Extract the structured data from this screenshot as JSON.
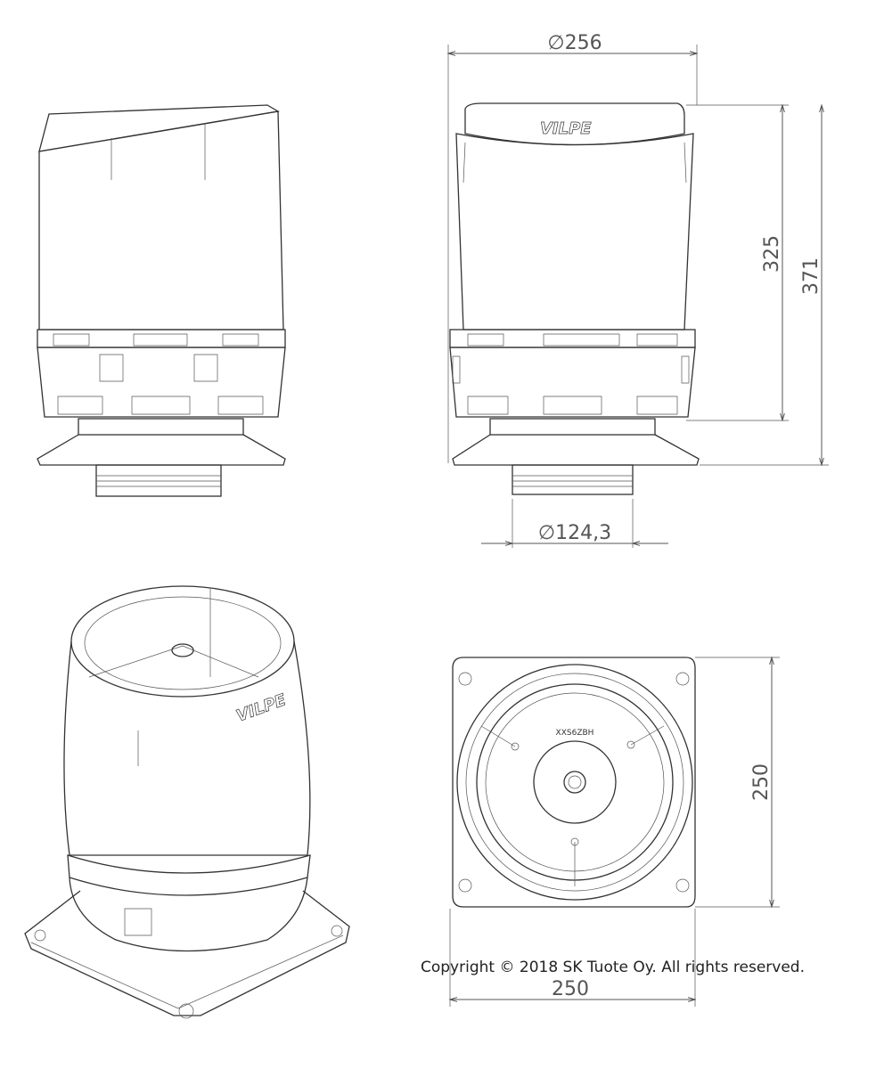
{
  "dimensions": {
    "top_diameter": "∅256",
    "height_body": "325",
    "height_total": "371",
    "pipe_diameter": "∅124,3",
    "base_height": "250",
    "base_width": "250"
  },
  "logo": "VILPE®",
  "part_marking": "XXS6ZBH",
  "copyright": "Copyright © 2018 SK Tuote Oy. All rights reserved.",
  "colors": {
    "line": "#333333",
    "dimension": "#555555"
  }
}
